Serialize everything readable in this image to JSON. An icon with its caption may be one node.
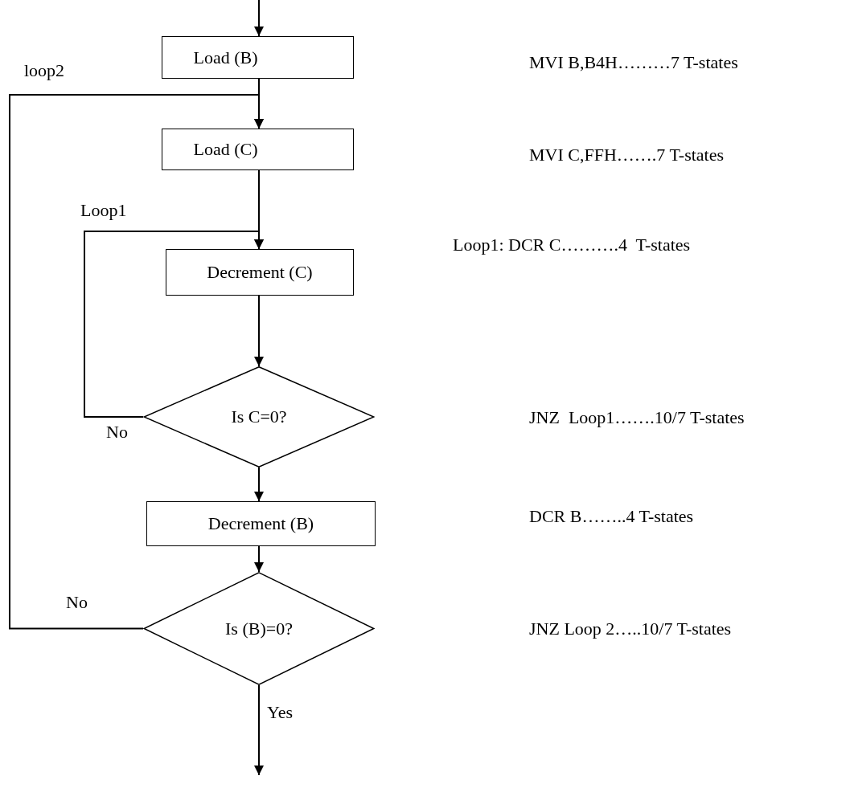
{
  "diagram": {
    "nodes": [
      {
        "text": [
          "Load (B)"
        ]
      },
      {
        "text": [
          "Load (C)"
        ]
      },
      {
        "text": [
          "Decrement (C)"
        ]
      },
      {
        "text": [
          "Is C=0?"
        ]
      },
      {
        "text": [
          "Decrement (B)"
        ]
      },
      {
        "text": [
          "Is (B)=0?"
        ]
      }
    ],
    "edges": [
      {
        "from": null,
        "to": 0,
        "arrow": "to"
      },
      {
        "from": 0,
        "to": 1,
        "arrow": "to"
      },
      {
        "from": 1,
        "to": 2,
        "arrow": "to"
      },
      {
        "from": 2,
        "to": 3,
        "arrow": "to"
      },
      {
        "from": 3,
        "to": 2,
        "arrow": "to",
        "label": "No"
      },
      {
        "from": 3,
        "to": 4,
        "arrow": "to"
      },
      {
        "from": 4,
        "to": 5,
        "arrow": "to"
      },
      {
        "from": 5,
        "to": 1,
        "arrow": "to",
        "label": "No"
      },
      {
        "from": 5,
        "to": null,
        "arrow": "to",
        "label": "Yes"
      }
    ],
    "labels": [
      "loop2",
      "MVI B,B4H………7 T-states",
      "MVI C,FFH…….7 T-states",
      "Loop1",
      "Loop1: DCR C……….4  T-states",
      "JNZ  Loop1…….10/7 T-states",
      "DCR B……..4 T-states",
      "JNZ Loop 2…..10/7 T-states"
    ]
  }
}
